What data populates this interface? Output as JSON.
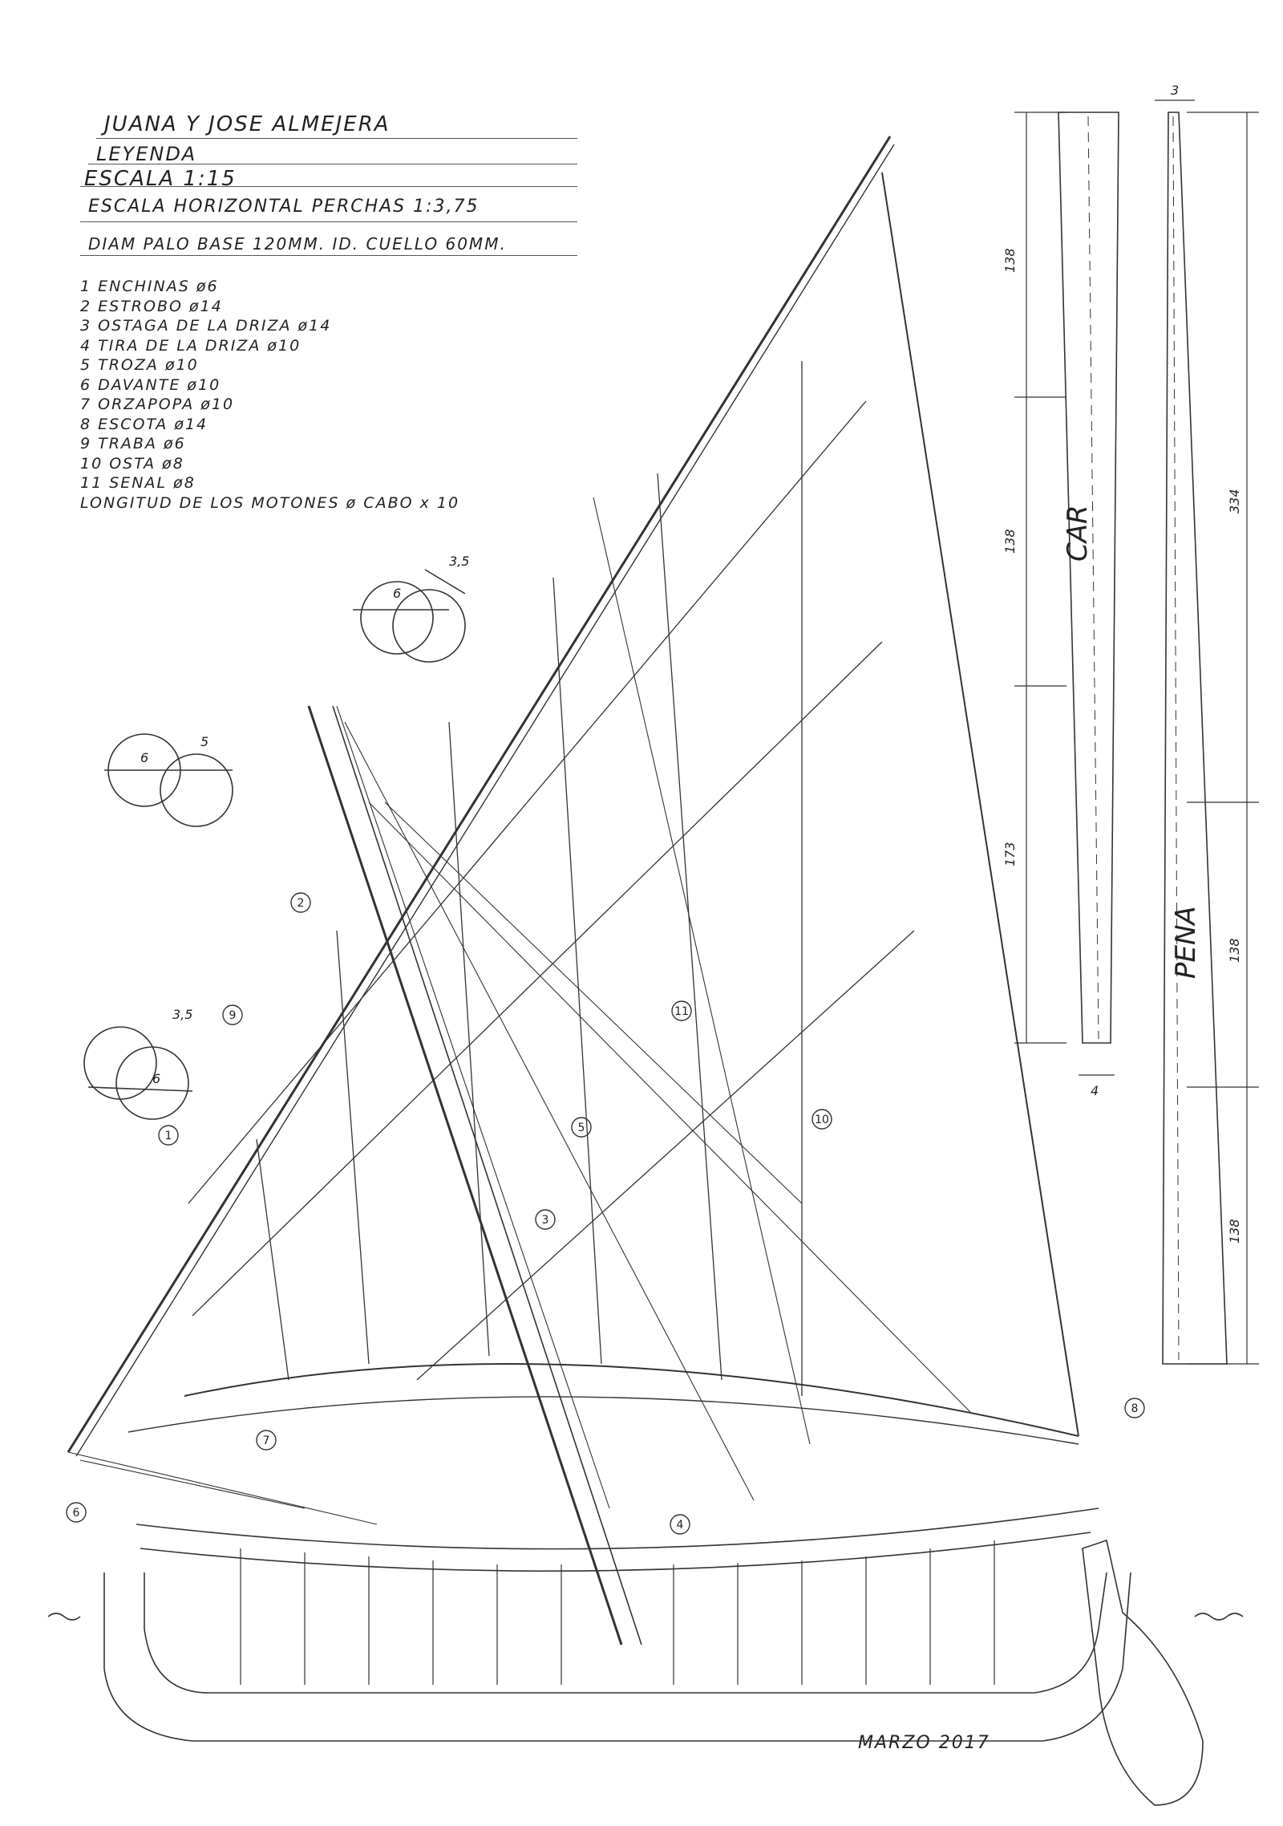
{
  "header": {
    "title": "JUANA Y JOSE ALMEJERA",
    "legend": "LEYENDA",
    "scale": "ESCALA 1:15",
    "scale_spars": "ESCALA HORIZONTAL PERCHAS   1:3,75",
    "diameters": "DIAM PALO BASE 120MM.   ID. CUELLO 60MM."
  },
  "legend_items": [
    "1 ENCHINAS  ø6",
    "2 ESTROBO  ø14",
    "3 OSTAGA DE LA DRIZA ø14",
    "4 TIRA DE LA DRIZA ø10",
    "5 TROZA  ø10",
    "6 DAVANTE ø10",
    "7 ORZAPOPA ø10",
    "8 ESCOTA ø14",
    "9 TRABA  ø6",
    "10 OSTA   ø8",
    "11 SENAL ø8",
    "LONGITUD DE LOS MOTONES  ø CABO x 10"
  ],
  "callouts": [
    "1",
    "2",
    "3",
    "4",
    "5",
    "6",
    "7",
    "8",
    "9",
    "10",
    "11"
  ],
  "block_dims": {
    "a_diam": "6",
    "a_len": "3,5",
    "b_diam": "6",
    "b_len": "5",
    "c_diam": "6",
    "c_len": "3,5"
  },
  "spars": {
    "car_label": "CAR",
    "pena_label": "PENA",
    "car_dims": [
      "138",
      "138",
      "173"
    ],
    "car_width": "4",
    "pena_dims": [
      "334",
      "138",
      "138"
    ],
    "pena_width": "3"
  },
  "date": "MARZO 2017"
}
